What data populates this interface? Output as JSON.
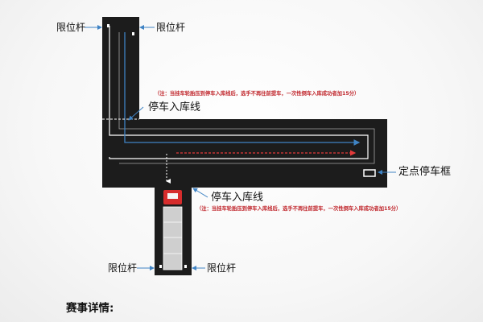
{
  "labels": {
    "limit_bar": "限位杆",
    "parking_line": "停车入库线",
    "fixed_parking_box": "定点停车框"
  },
  "notes": {
    "rule_note": "（注：当挂车轮胎压到停车入库线后，选手不再往前提车，一次性倒车入库成功者加15分）"
  },
  "footer": {
    "title": "赛事详情:"
  },
  "colors": {
    "track": "#1c1c1c",
    "guide_line": "#ffffff",
    "blue_arrow": "#3f83c4",
    "red_arrow": "#e23a3a",
    "note_text": "#c0262c",
    "tractor": "#d62c2c"
  }
}
